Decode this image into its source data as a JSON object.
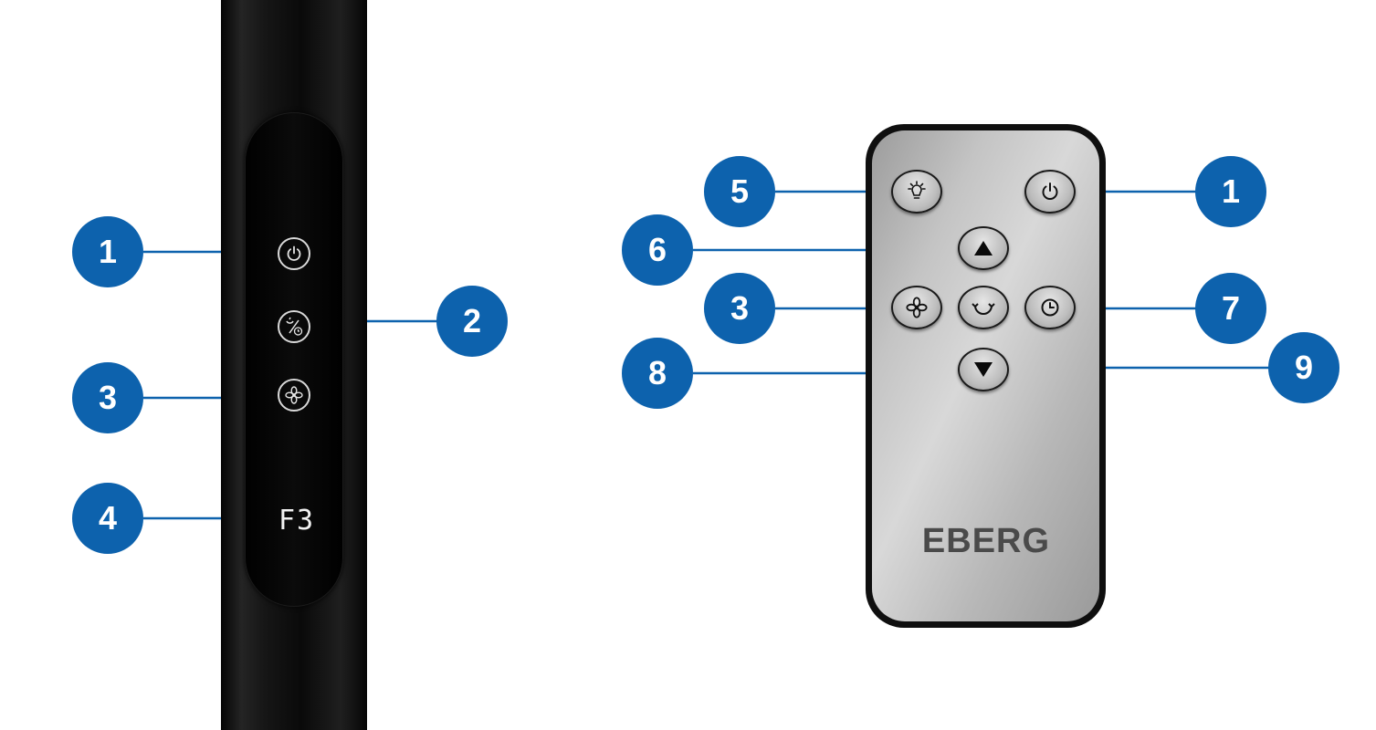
{
  "tower": {
    "display_text": "F3",
    "buttons": [
      {
        "icon": "power-icon"
      },
      {
        "icon": "oscillation-timer-icon"
      },
      {
        "icon": "fan-speed-icon"
      }
    ]
  },
  "remote": {
    "brand": "EBERG",
    "buttons": [
      {
        "icon": "light-bulb-icon"
      },
      {
        "icon": "power-icon"
      },
      {
        "icon": "arrow-up-icon"
      },
      {
        "icon": "fan-speed-icon"
      },
      {
        "icon": "oscillation-icon"
      },
      {
        "icon": "timer-clock-icon"
      },
      {
        "icon": "arrow-down-icon"
      }
    ]
  },
  "callouts": {
    "left": [
      "1",
      "2",
      "3",
      "4"
    ],
    "right": [
      "5",
      "1",
      "6",
      "3",
      "7",
      "8",
      "9"
    ]
  },
  "colors": {
    "badge": "#0d62ad",
    "leader_line": "#0d62ad",
    "tower": "#111111",
    "remote_face": "#c4c4c4"
  }
}
